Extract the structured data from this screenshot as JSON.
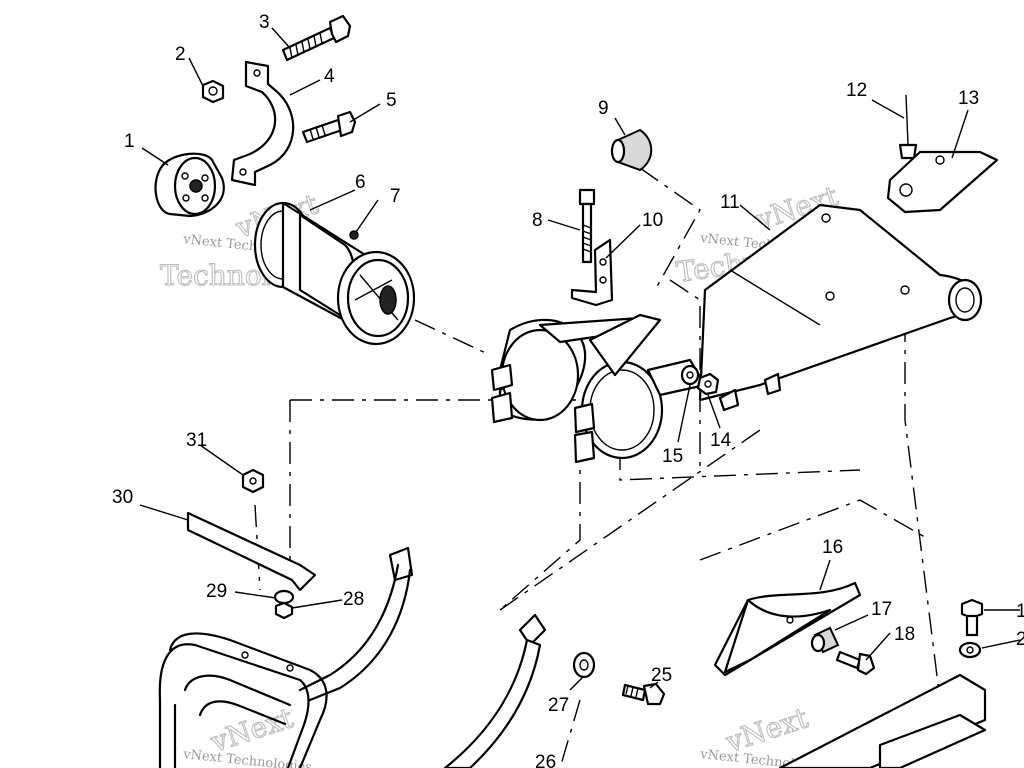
{
  "diagram": {
    "callouts": [
      "1",
      "2",
      "3",
      "4",
      "5",
      "6",
      "7",
      "8",
      "9",
      "10",
      "11",
      "12",
      "13",
      "14",
      "15",
      "16",
      "17",
      "18",
      "25",
      "26",
      "27",
      "28",
      "29",
      "30",
      "31",
      "1",
      "2"
    ],
    "watermark": {
      "line1": "vNext Technologies",
      "large1": "vNext",
      "large2": "Technologies"
    }
  }
}
